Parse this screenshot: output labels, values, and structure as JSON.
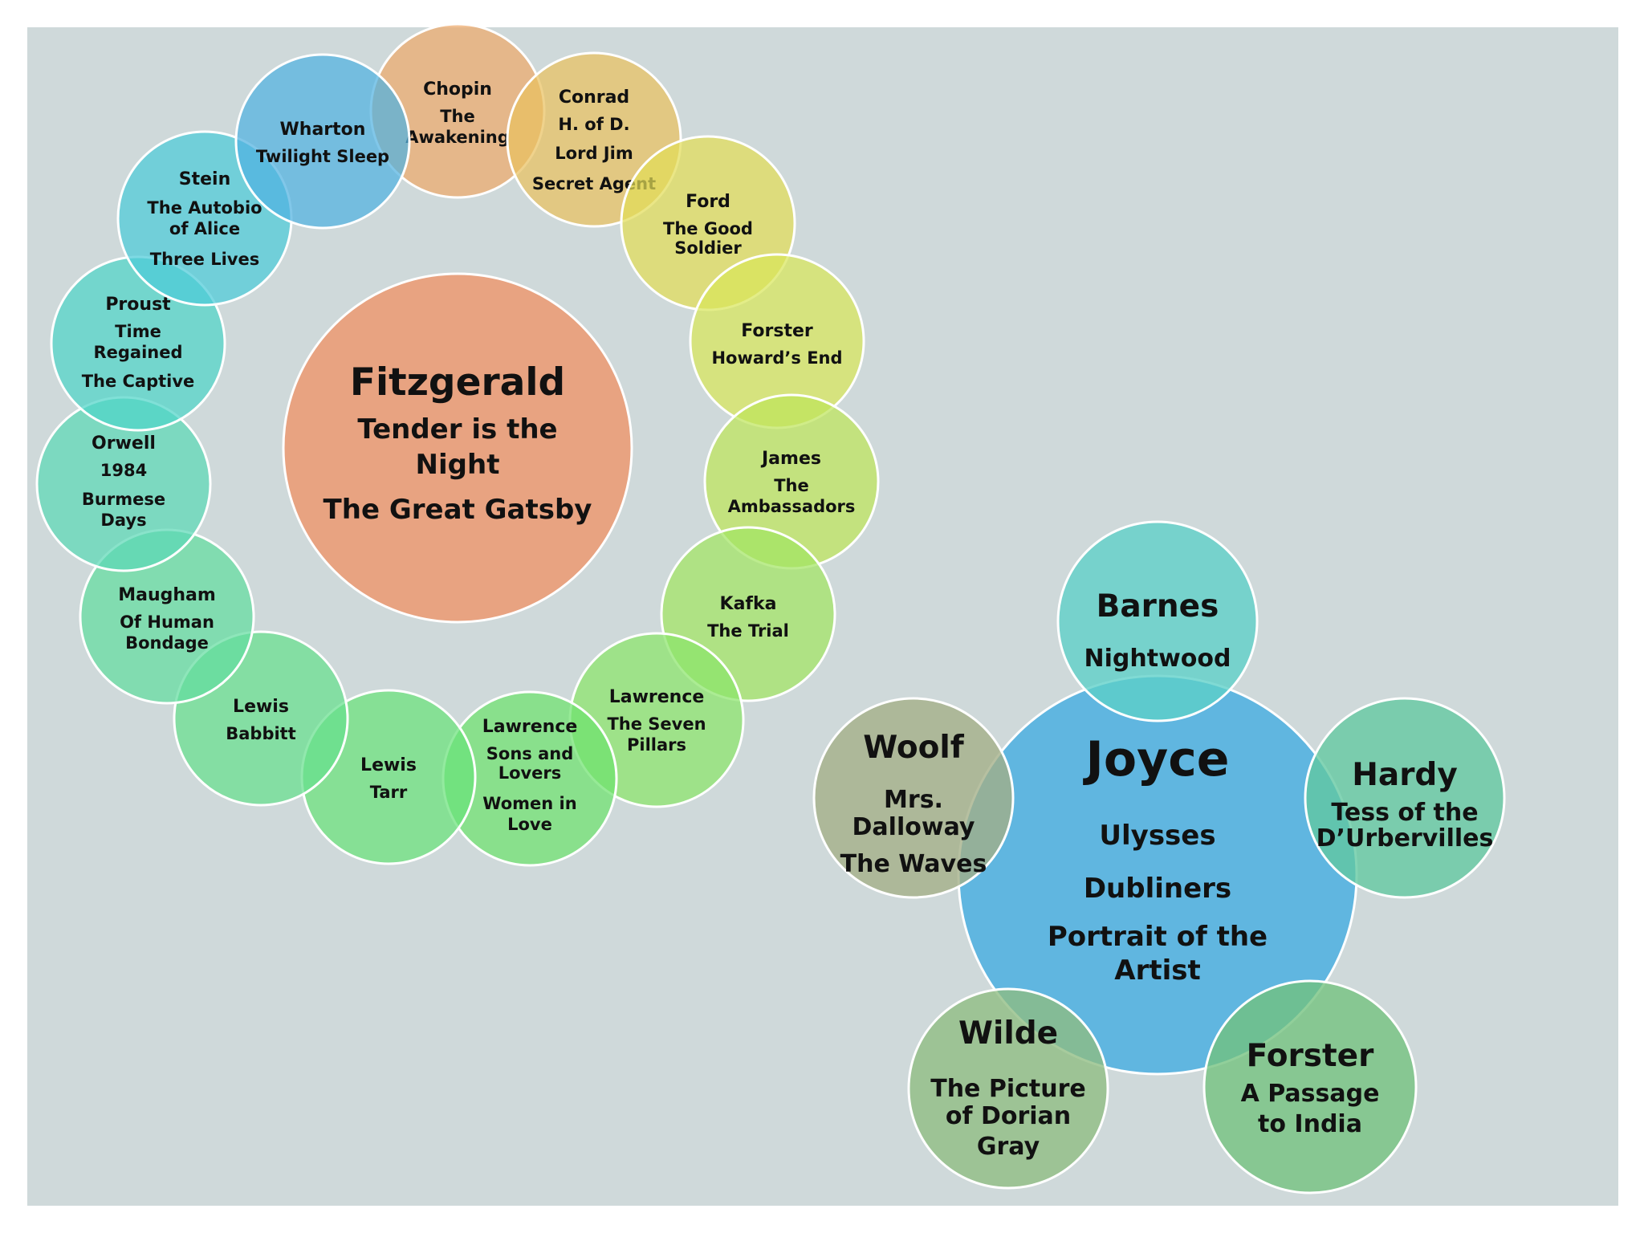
{
  "clusters": {
    "fitzgerald": {
      "center": {
        "author": "Fitzgerald",
        "highlight": [
          "Tender is the",
          "Night"
        ],
        "works": [
          "The Great Gatsby"
        ]
      },
      "ring": [
        {
          "id": "chopin",
          "author": "Chopin",
          "works": [
            "The",
            "Awakening"
          ],
          "color": "#eda96b"
        },
        {
          "id": "conrad",
          "author": "Conrad",
          "works": [
            "H. of D.",
            "Lord Jim",
            "Secret Agent"
          ],
          "color": "#e9c060"
        },
        {
          "id": "ford",
          "author": "Ford",
          "works": [
            "The Good",
            "Soldier"
          ],
          "color": "#e2dc58"
        },
        {
          "id": "forster-r",
          "author": "Forster",
          "works": [
            "Howard’s End"
          ],
          "color": "#d8e65a"
        },
        {
          "id": "james",
          "author": "James",
          "works": [
            "The",
            "Ambassadors"
          ],
          "color": "#bee45a"
        },
        {
          "id": "kafka",
          "author": "Kafka",
          "works": [
            "The Trial"
          ],
          "color": "#a2e462"
        },
        {
          "id": "lawrence-sp",
          "author": "Lawrence",
          "works": [
            "The Seven",
            "Pillars"
          ],
          "color": "#8ae46a"
        },
        {
          "id": "lawrence-sl",
          "author": "Lawrence",
          "works": [
            "Sons and",
            "Lovers",
            "Women in",
            "Love"
          ],
          "color": "#6ee26e"
        },
        {
          "id": "lewis-t",
          "author": "Lewis",
          "works": [
            "Tarr"
          ],
          "color": "#6ae27a"
        },
        {
          "id": "lewis-b",
          "author": "Lewis",
          "works": [
            "Babbitt"
          ],
          "color": "#66df8e"
        },
        {
          "id": "maugham",
          "author": "Maugham",
          "works": [
            "Of Human",
            "Bondage"
          ],
          "color": "#62dca0"
        },
        {
          "id": "orwell",
          "author": "Orwell",
          "works": [
            "1984",
            "Burmese",
            "Days"
          ],
          "color": "#5cd8b6"
        },
        {
          "id": "proust",
          "author": "Proust",
          "works": [
            "Time",
            "Regained",
            "The Captive"
          ],
          "color": "#4fd4c8"
        },
        {
          "id": "stein",
          "author": "Stein",
          "works": [
            "The Autobio",
            "of Alice",
            "Three Lives"
          ],
          "color": "#4ccad8"
        },
        {
          "id": "wharton",
          "author": "Wharton",
          "works": [
            "Twilight Sleep"
          ],
          "color": "#50b2e0"
        }
      ]
    },
    "joyce": {
      "center": {
        "author": "Joyce",
        "highlight": [
          "Ulysses"
        ],
        "works": [
          "Dubliners",
          "Portrait of the",
          "Artist"
        ]
      },
      "satellites": [
        {
          "id": "barnes",
          "author": "Barnes",
          "works": [
            "Nightwood"
          ],
          "color": "#5ccfc8"
        },
        {
          "id": "hardy",
          "author": "Hardy",
          "works": [
            "Tess of the",
            "D’Urbervilles"
          ],
          "color": "#62c8a0"
        },
        {
          "id": "forster-j",
          "author": "Forster",
          "works": [
            "A Passage",
            "to India"
          ],
          "color": "#72c27e"
        },
        {
          "id": "wilde",
          "author": "Wilde",
          "works": [
            "The Picture",
            "of Dorian",
            "Gray"
          ],
          "color": "#8ebd82"
        },
        {
          "id": "woolf",
          "author": "Woolf",
          "works": [
            "Mrs.",
            "Dalloway",
            "The Waves"
          ],
          "color": "#a3ae86"
        }
      ]
    }
  },
  "colors": {
    "background": "#cfd9da",
    "fitzgerald_fill": "#e9a07c",
    "fitzgerald_highlight": "#6f82a8",
    "joyce_fill": "#5ab4e0",
    "joyce_highlight": "#e07b2a"
  }
}
